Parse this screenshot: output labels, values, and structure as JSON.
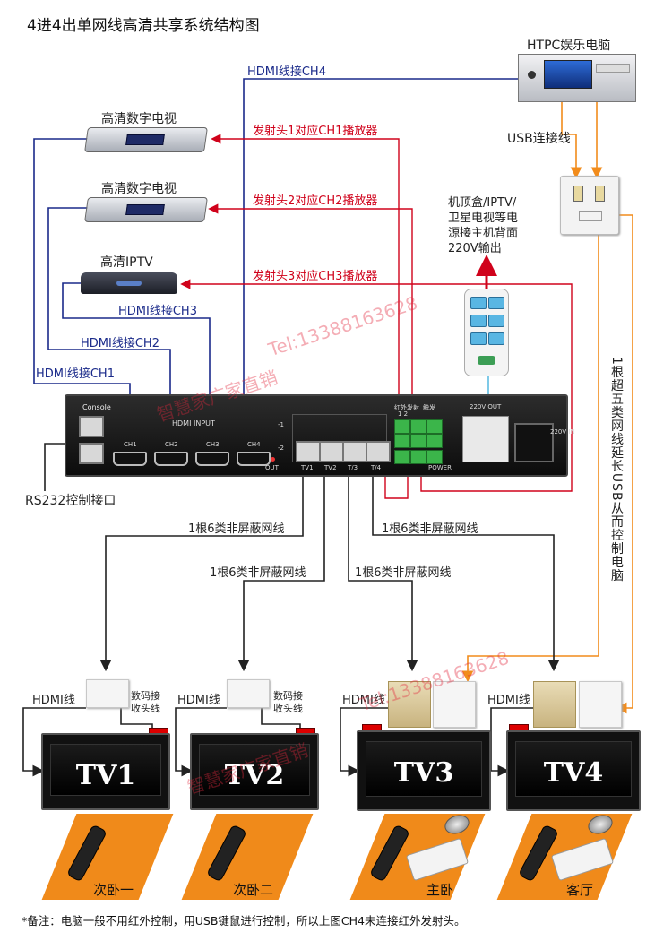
{
  "title": "4进4出单网线高清共享系统结构图",
  "devices": {
    "htpc": "HTPC娱乐电脑",
    "tv_box_1": "高清数字电视",
    "tv_box_2": "高清数字电视",
    "iptv": "高清IPTV",
    "power_note": "机顶盒/IPTV/\n卫星电视等电\n源接主机背面\n220V输出"
  },
  "labels": {
    "usb_cable": "USB连接线",
    "hdmi_ch4": "HDMI线接CH4",
    "hdmi_ch3": "HDMI线接CH3",
    "hdmi_ch2": "HDMI线接CH2",
    "hdmi_ch1": "HDMI线接CH1",
    "emitter_ch1": "发射头1对应CH1播放器",
    "emitter_ch2": "发射头2对应CH2播放器",
    "emitter_ch3": "发射头3对应CH3播放器",
    "usb_extension": "1根超五类网线延长USB从而控制电脑",
    "rs232": "RS232控制接口",
    "cable_1": "1根6类非屏蔽网线",
    "cable_2": "1根6类非屏蔽网线",
    "cable_3": "1根6类非屏蔽网线",
    "cable_4": "1根6类非屏蔽网线",
    "hdmi_cable_1": "HDMI线",
    "hdmi_cable_2": "HDMI线",
    "hdmi_cable_3": "HDMI线",
    "hdmi_cable_4": "HDMI线",
    "receiver_1": "数码接\n收头线",
    "receiver_2": "数码接\n收头线"
  },
  "hub_panel": {
    "console": "Console",
    "hdmi_input": "HDMI INPUT",
    "ports": [
      "CH1",
      "CH2",
      "CH3",
      "CH4"
    ],
    "row1": "-1",
    "row2": "-2",
    "out": "OUT",
    "tv_ports": [
      "TV1",
      "TV2",
      "T/3",
      "T/4"
    ],
    "ir_label": "红外发射",
    "trigger": "触发",
    "ir_nums": "1 2",
    "power": "POWER",
    "ac_out": "220V OUT",
    "ac_in": "220V IN"
  },
  "tvs": [
    {
      "name": "TV1",
      "room": "次卧一"
    },
    {
      "name": "TV2",
      "room": "次卧二"
    },
    {
      "name": "TV3",
      "room": "主卧"
    },
    {
      "name": "TV4",
      "room": "客厅"
    }
  ],
  "watermarks": [
    "Tel:13388163628",
    "智慧家广家直销",
    "Tel:13388163628",
    "智慧家广家直销"
  ],
  "footnote": "*备注：电脑一般不用红外控制，用USB键鼠进行控制，所以上图CH4未连接红外发射头。",
  "colors": {
    "hdmi_wire": "#1a2a8a",
    "ir_wire": "#d0021b",
    "usb_wire": "#f28c1c",
    "watermark": "#e1283c"
  }
}
